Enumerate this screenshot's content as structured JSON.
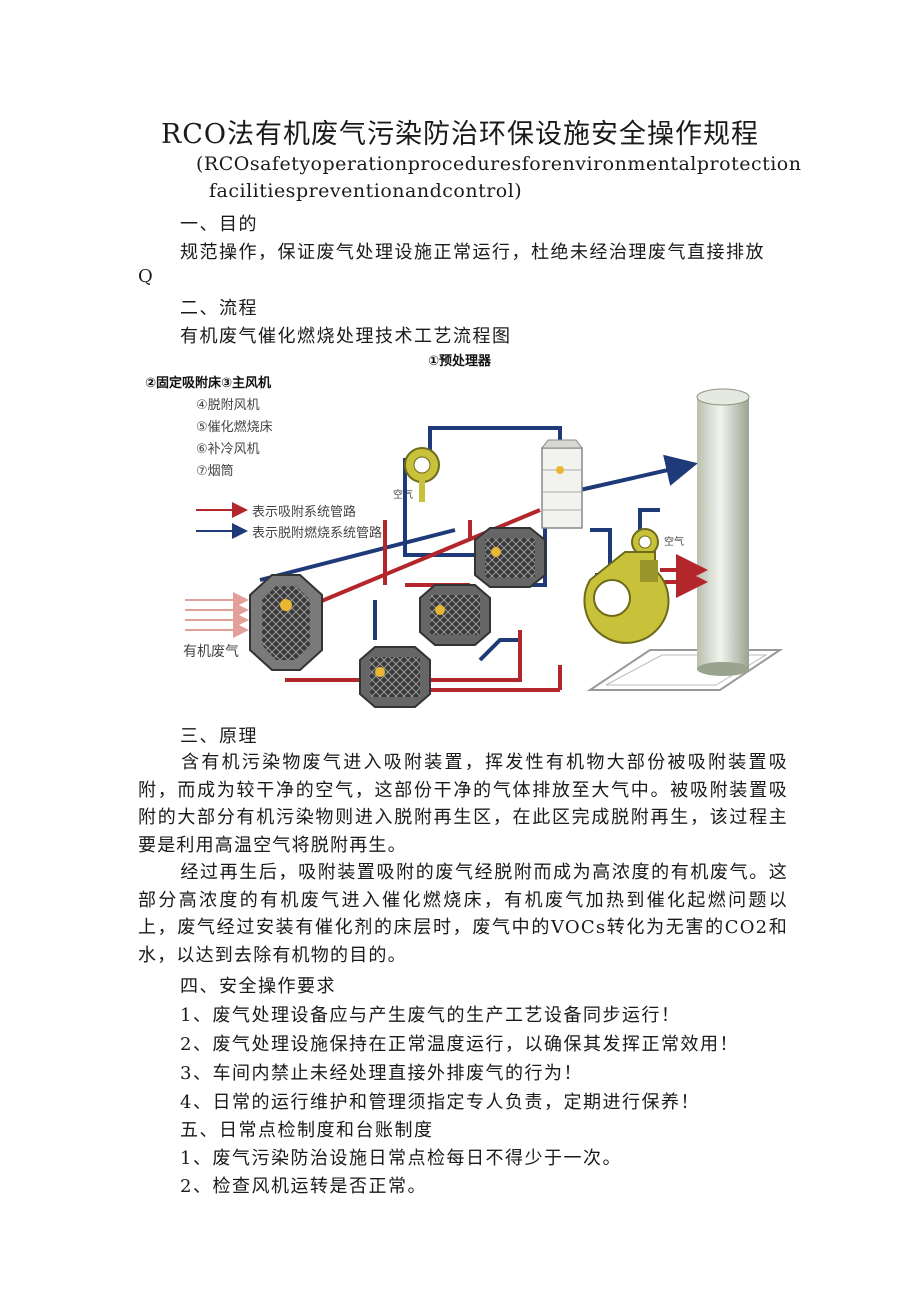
{
  "doc": {
    "title": "RCO法有机废气污染防治环保设施安全操作规程",
    "subtitle_line1": "(RCOsafetyoperationproceduresforenvironmentalprotection",
    "subtitle_line2": "facilitiespreventionandcontrol)",
    "s1_heading": "一、目的",
    "s1_text": "规范操作，保证废气处理设施正常运行，杜绝未经治理废气直接排放",
    "s1_text2": "Q",
    "s2_heading": "二、流程",
    "s2_caption": "有机废气催化燃烧处理技术工艺流程图",
    "s3_heading": "三、原理",
    "s3_p1": "含有机污染物废气进入吸附装置，挥发性有机物大部份被吸附装置吸附，而成为较干净的空气，这部份干净的气体排放至大气中。被吸附装置吸附的大部分有机污染物则进入脱附再生区，在此区完成脱附再生，该过程主要是利用高温空气将脱附再生。",
    "s3_p2": "经过再生后，吸附装置吸附的废气经脱附而成为高浓度的有机废气。这部分高浓度的有机废气进入催化燃烧床，有机废气加热到催化起燃问题以上，废气经过安装有催化剂的床层时，废气中的VOCs转化为无害的CO2和水，以达到去除有机物的目的。",
    "s4_heading": "四、安全操作要求",
    "s4_items": [
      "1、废气处理设备应与产生废气的生产工艺设备同步运行！",
      "2、废气处理设施保持在正常温度运行，以确保其发挥正常效用！",
      "3、车间内禁止未经处理直接外排废气的行为！",
      "4、日常的运行维护和管理须指定专人负责，定期进行保养！"
    ],
    "s5_heading": "五、日常点检制度和台账制度",
    "s5_items": [
      "1、废气污染防治设施日常点检每日不得少于一次。",
      "2、检查风机运转是否正常。"
    ]
  },
  "diagram": {
    "label_pretreat": "①预处理器",
    "label_fixed_bed": "②固定吸附床③主风机",
    "legend_items": [
      "④脱附风机",
      "⑤催化燃烧床",
      "⑥补冷风机",
      "⑦烟筒"
    ],
    "arrow_red_label": "表示吸附系统管路",
    "arrow_blue_label": "表示脱附燃烧系统管路",
    "air_label_1": "空气",
    "air_label_2": "空气",
    "inlet_label": "有机废气",
    "colors": {
      "red_pipe": "#b3262b",
      "blue_pipe": "#1e3a78",
      "fan_yellow": "#c8c23a",
      "chimney": "#c9cfc0"
    }
  }
}
